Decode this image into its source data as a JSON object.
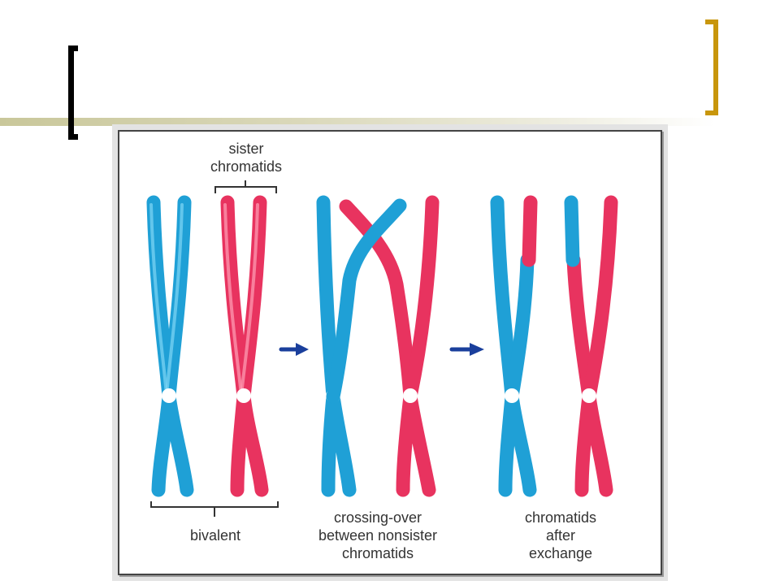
{
  "labels": {
    "sister_chromatids": [
      "sister",
      "chromatids"
    ],
    "bivalent": "bivalent",
    "crossing_over": [
      "crossing-over",
      "between nonsister",
      "chromatids"
    ],
    "after_exchange": [
      "chromatids",
      "after",
      "exchange"
    ]
  },
  "colors": {
    "blue_chromatid": "#1fa0d6",
    "red_chromatid": "#e8335f",
    "centromere": "#ffffff",
    "arrow": "#1a3f9c",
    "bracket_left": "#000000",
    "bracket_right": "#c8960c",
    "rule": "#c9c79a"
  }
}
